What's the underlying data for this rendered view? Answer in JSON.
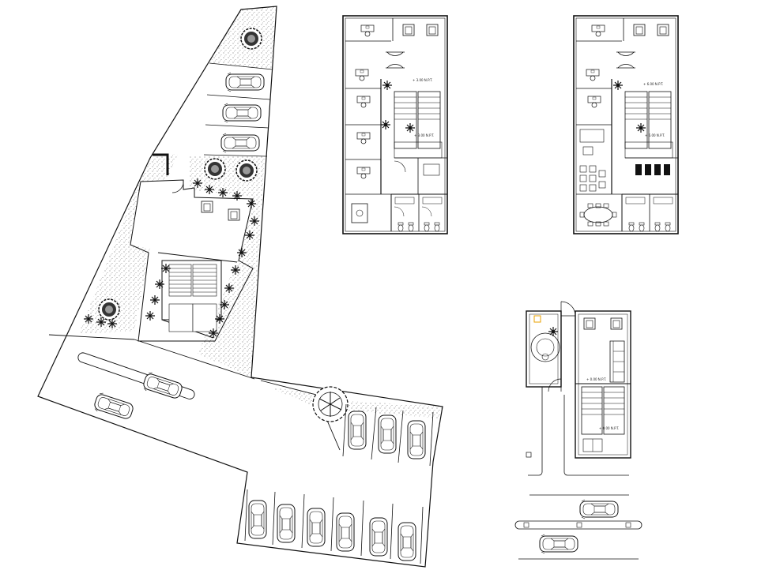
{
  "drawing": {
    "style": "black line CAD plan drawing on white background",
    "views": [
      "site-plan",
      "floor-plan-1",
      "floor-plan-2",
      "ground-floor-plan"
    ],
    "colors": {
      "line": "#111111",
      "background": "#ffffff",
      "stipple": "#333333",
      "highlight": "#e8a000"
    }
  },
  "labels": {
    "fp1_level_upper": "+ 3.00 N.P.T.",
    "fp1_level_lower": "+ 3.00 N.P.T.",
    "fp2_level_upper": "+ 6.00 N.P.T.",
    "fp2_level_lower": "+ 6.00 N.P.T.",
    "gf_level_upper": "+ 0.00 N.P.T.",
    "gf_level_lower": "+ 0.00 N.P.T."
  },
  "icons": {
    "car": "car-top-view-icon",
    "tree": "tree-canopy-icon",
    "palm": "palm-plant-icon",
    "desk": "desk-chair-icon",
    "toilet": "toilet-fixture-icon",
    "sofa": "sofa-icon"
  }
}
